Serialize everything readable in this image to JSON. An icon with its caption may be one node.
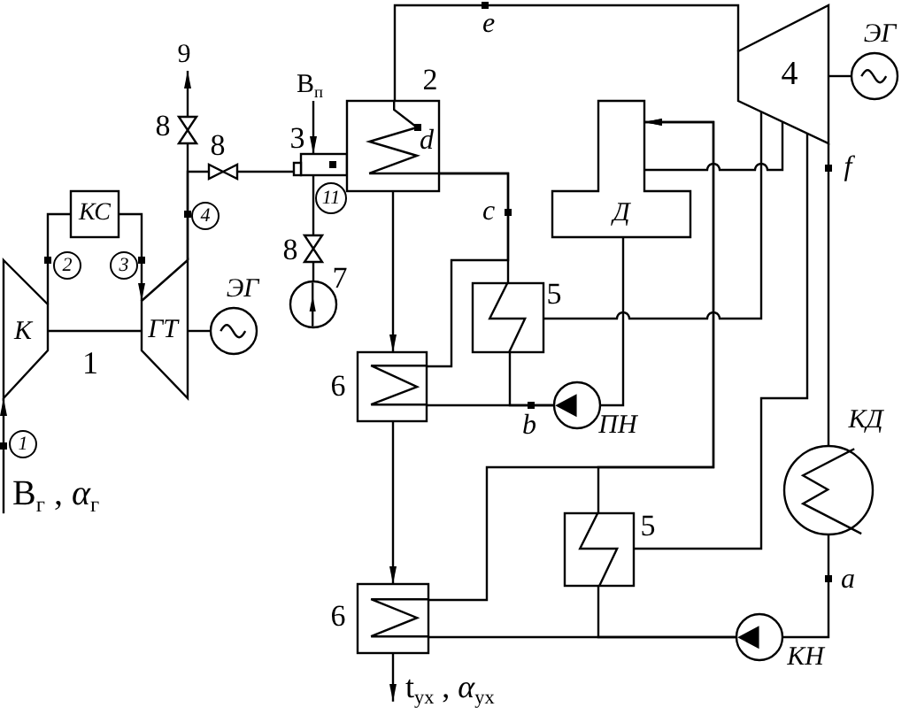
{
  "diagram": {
    "nodes": [
      {
        "text": [
          "К"
        ]
      },
      {
        "text": [
          "КС"
        ]
      },
      {
        "text": [
          "ГТ"
        ]
      },
      {
        "text": [],
        "shape": "circle",
        "beside": [
          "ЭГ"
        ]
      },
      {
        "text": [
          "9"
        ]
      },
      {
        "text": [],
        "shape": "bowtie",
        "beside": [
          "8"
        ]
      },
      {
        "text": [],
        "shape": "bowtie",
        "beside": [
          "8"
        ]
      },
      {
        "text": [
          "В$_{п}$"
        ]
      },
      {
        "text": [],
        "shape": "box",
        "beside": [
          "3"
        ]
      },
      {
        "text": [],
        "shape": "bowtie",
        "beside": [
          "8"
        ]
      },
      {
        "text": [],
        "shape": "circle",
        "beside": [
          "7"
        ]
      },
      {
        "text": [],
        "shape": "box",
        "beside": [
          "2"
        ]
      },
      {
        "text": [
          "4"
        ]
      },
      {
        "text": [],
        "shape": "circle",
        "beside": [
          "ЭГ"
        ]
      },
      {
        "text": [
          "Д"
        ]
      },
      {
        "text": [],
        "shape": "box",
        "beside": [
          "5"
        ]
      },
      {
        "text": [],
        "shape": "box",
        "beside": [
          "6"
        ]
      },
      {
        "text": [],
        "shape": "circle",
        "beside": [
          "ПН"
        ]
      },
      {
        "text": [],
        "shape": "box",
        "beside": [
          "5"
        ]
      },
      {
        "text": [],
        "shape": "box",
        "beside": [
          "6"
        ]
      },
      {
        "text": [],
        "shape": "circle",
        "beside": [
          "КН"
        ]
      },
      {
        "text": [],
        "shape": "circle",
        "beside": [
          "КД"
        ]
      },
      {
        "text": [
          "В$_{г}$ , *α*$_{г}$"
        ]
      },
      {
        "text": [
          "t$_{ух}$ , *α*$_{ух}$"
        ]
      }
    ],
    "edges": [
      {
        "from": 22,
        "to": 0,
        "arrow": "to"
      },
      {
        "from": 0,
        "to": 1,
        "arrow": "none"
      },
      {
        "from": 1,
        "to": 2,
        "arrow": "to"
      },
      {
        "from": 0,
        "to": 2,
        "arrow": "none"
      },
      {
        "from": 2,
        "to": 3,
        "arrow": "none"
      },
      {
        "from": 2,
        "to": 5,
        "arrow": "none"
      },
      {
        "from": 5,
        "to": 4,
        "arrow": "to"
      },
      {
        "from": 2,
        "to": 6,
        "arrow": "none"
      },
      {
        "from": 6,
        "to": 8,
        "arrow": "none"
      },
      {
        "from": 7,
        "to": 8,
        "arrow": "to"
      },
      {
        "from": 10,
        "to": 9,
        "arrow": "none"
      },
      {
        "from": 9,
        "to": 8,
        "arrow": "none"
      },
      {
        "from": 11,
        "to": 16,
        "arrow": "to"
      },
      {
        "from": 16,
        "to": 19,
        "arrow": "to"
      },
      {
        "from": 19,
        "to": 23,
        "arrow": "to"
      },
      {
        "from": 11,
        "to": 12,
        "arrow": "none"
      },
      {
        "from": 12,
        "to": 13,
        "arrow": "none"
      },
      {
        "from": 12,
        "to": 21,
        "arrow": "none"
      },
      {
        "from": 21,
        "to": 20,
        "arrow": "none"
      },
      {
        "from": 20,
        "to": 18,
        "arrow": "none"
      },
      {
        "from": 20,
        "to": 19,
        "arrow": "none"
      },
      {
        "from": 18,
        "to": 14,
        "arrow": "to"
      },
      {
        "from": 19,
        "to": 14,
        "arrow": "to"
      },
      {
        "from": 12,
        "to": 14,
        "arrow": "none"
      },
      {
        "from": 12,
        "to": 15,
        "arrow": "none"
      },
      {
        "from": 12,
        "to": 18,
        "arrow": "none"
      },
      {
        "from": 14,
        "to": 17,
        "arrow": "none"
      },
      {
        "from": 17,
        "to": 16,
        "arrow": "none"
      },
      {
        "from": 17,
        "to": 15,
        "arrow": "none"
      },
      {
        "from": 16,
        "to": 11,
        "arrow": "none"
      },
      {
        "from": 15,
        "to": 11,
        "arrow": "none"
      }
    ],
    "labels": [
      "e",
      "d",
      "f",
      "11",
      "c",
      "4",
      "2",
      "3",
      "1",
      "b",
      "1",
      "a"
    ]
  }
}
